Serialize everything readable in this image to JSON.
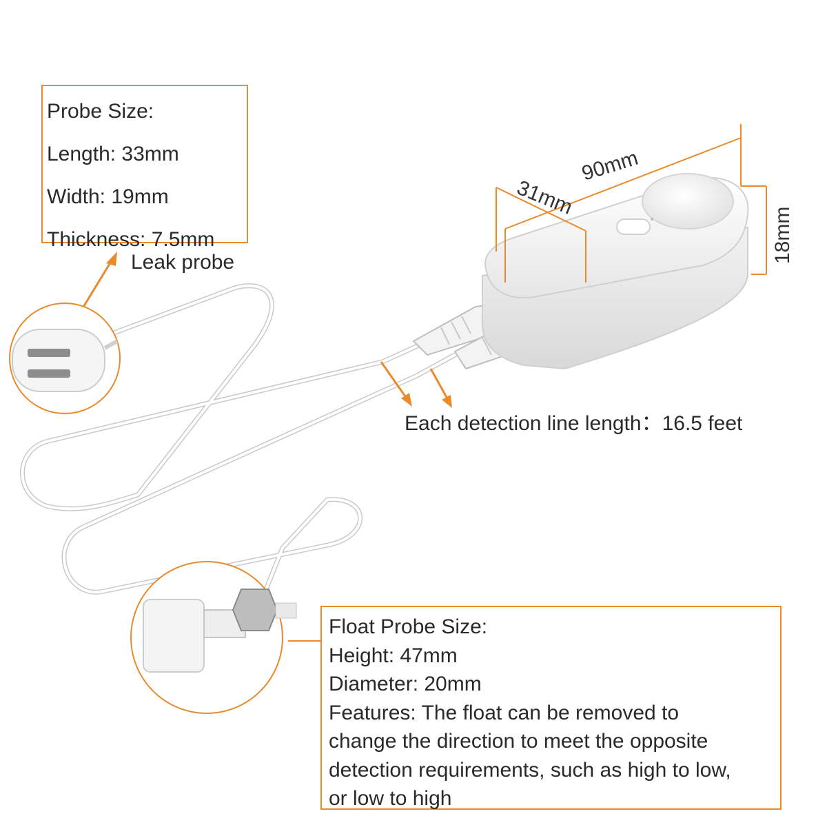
{
  "probe_size": {
    "title": "Probe Size:",
    "length": "Length: 33mm",
    "width": "Width: 19mm",
    "thickness": "Thickness: 7.5mm"
  },
  "leak_probe_label": "Leak probe",
  "detection_line_label": "Each detection line length：16.5 feet",
  "dimensions": {
    "length": "90mm",
    "width": "31mm",
    "height": "18mm"
  },
  "float_probe_size": {
    "title": "Float Probe Size:",
    "height": "Height: 47mm",
    "diameter": "Diameter: 20mm",
    "features_lines": [
      "Features: The float can be removed to",
      "change the direction to meet the opposite",
      "detection requirements, such as high to low,",
      "or low to high"
    ]
  },
  "colors": {
    "accent": "#e98a2c",
    "device_body": "#f4f4f4",
    "cable": "#ffffff"
  }
}
